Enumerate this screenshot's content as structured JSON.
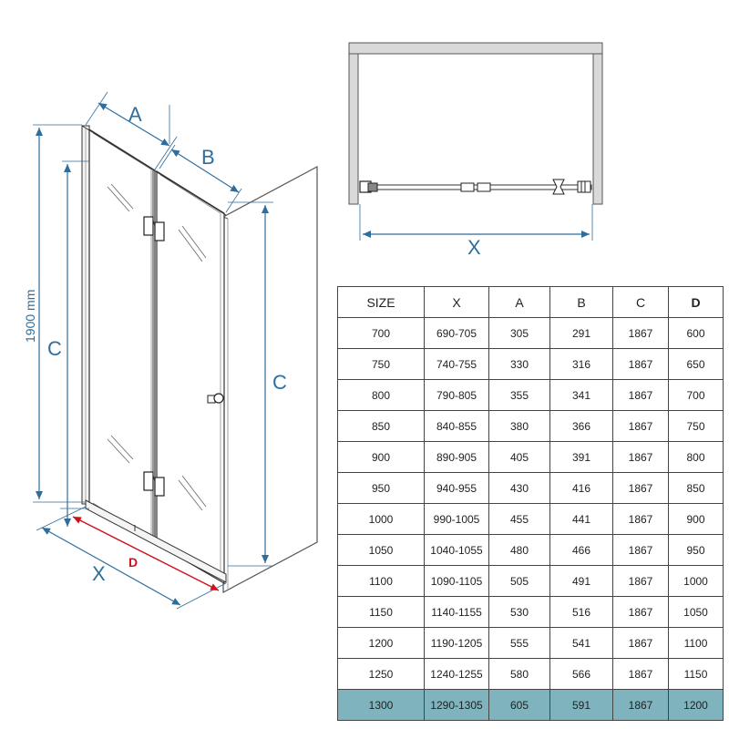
{
  "front_view": {
    "label_a": "A",
    "label_b": "B",
    "label_c_left": "C",
    "label_c_right": "C",
    "label_height": "1900 mm",
    "label_x": "X",
    "label_d": "D"
  },
  "top_view": {
    "label_x": "X"
  },
  "table": {
    "headers": [
      "SIZE",
      "X",
      "A",
      "B",
      "C",
      "D"
    ],
    "rows": [
      [
        "700",
        "690-705",
        "305",
        "291",
        "1867",
        "600"
      ],
      [
        "750",
        "740-755",
        "330",
        "316",
        "1867",
        "650"
      ],
      [
        "800",
        "790-805",
        "355",
        "341",
        "1867",
        "700"
      ],
      [
        "850",
        "840-855",
        "380",
        "366",
        "1867",
        "750"
      ],
      [
        "900",
        "890-905",
        "405",
        "391",
        "1867",
        "800"
      ],
      [
        "950",
        "940-955",
        "430",
        "416",
        "1867",
        "850"
      ],
      [
        "1000",
        "990-1005",
        "455",
        "441",
        "1867",
        "900"
      ],
      [
        "1050",
        "1040-1055",
        "480",
        "466",
        "1867",
        "950"
      ],
      [
        "1100",
        "1090-1105",
        "505",
        "491",
        "1867",
        "1000"
      ],
      [
        "1150",
        "1140-1155",
        "530",
        "516",
        "1867",
        "1050"
      ],
      [
        "1200",
        "1190-1205",
        "555",
        "541",
        "1867",
        "1100"
      ],
      [
        "1250",
        "1240-1255",
        "580",
        "566",
        "1867",
        "1150"
      ],
      [
        "1300",
        "1290-1305",
        "605",
        "591",
        "1867",
        "1200"
      ]
    ]
  },
  "colors": {
    "dimension": "#2e6e9e",
    "accent_red": "#d0101a",
    "highlight_row": "#7fb3bd"
  }
}
